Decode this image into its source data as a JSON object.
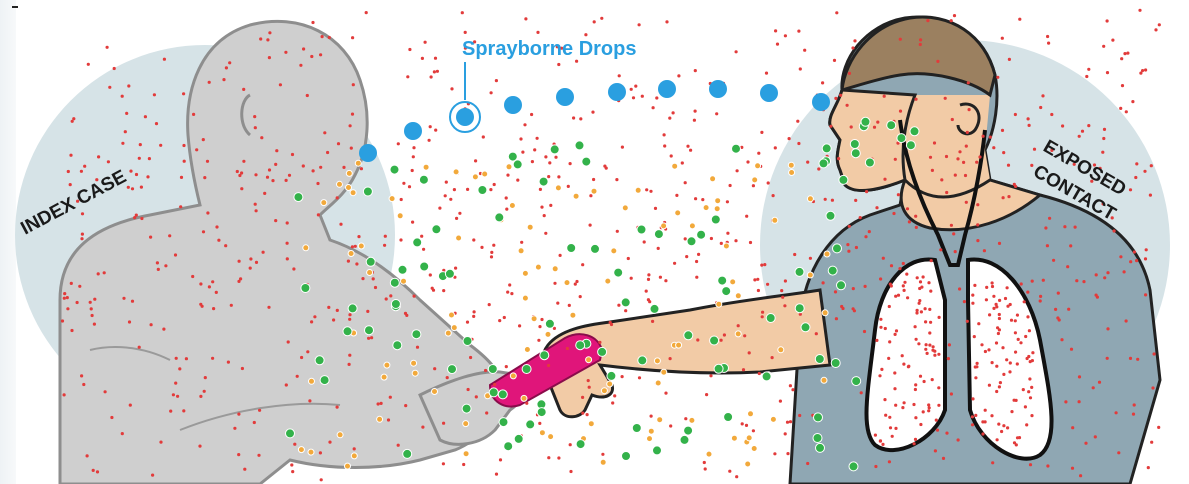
{
  "labels": {
    "spray": "Sprayborne Drops",
    "index_case": "INDEX CASE",
    "exposed_contact": "EXPOSED CONTACT",
    "exposed_line1": "EXPOSED",
    "exposed_line2": "CONTACT"
  },
  "colors": {
    "bg_circle": "#d6e3e7",
    "index_person": "#c9c9c9",
    "index_outline": "#8e8e8e",
    "skin": "#f2cba6",
    "skin_outline": "#222222",
    "shirt": "#8fa7b3",
    "lung_outline": "#111111",
    "red_dot": "#e23b3b",
    "green_dot": "#33b24a",
    "orange_dot": "#f2a93b",
    "blue_drop": "#2a9fe0",
    "phone": "#e0157a",
    "label_blue": "#2a9fe0",
    "label_dark": "#1a1a1a"
  },
  "icons": {
    "phone": "phone-icon",
    "lungs": "lungs-icon"
  }
}
